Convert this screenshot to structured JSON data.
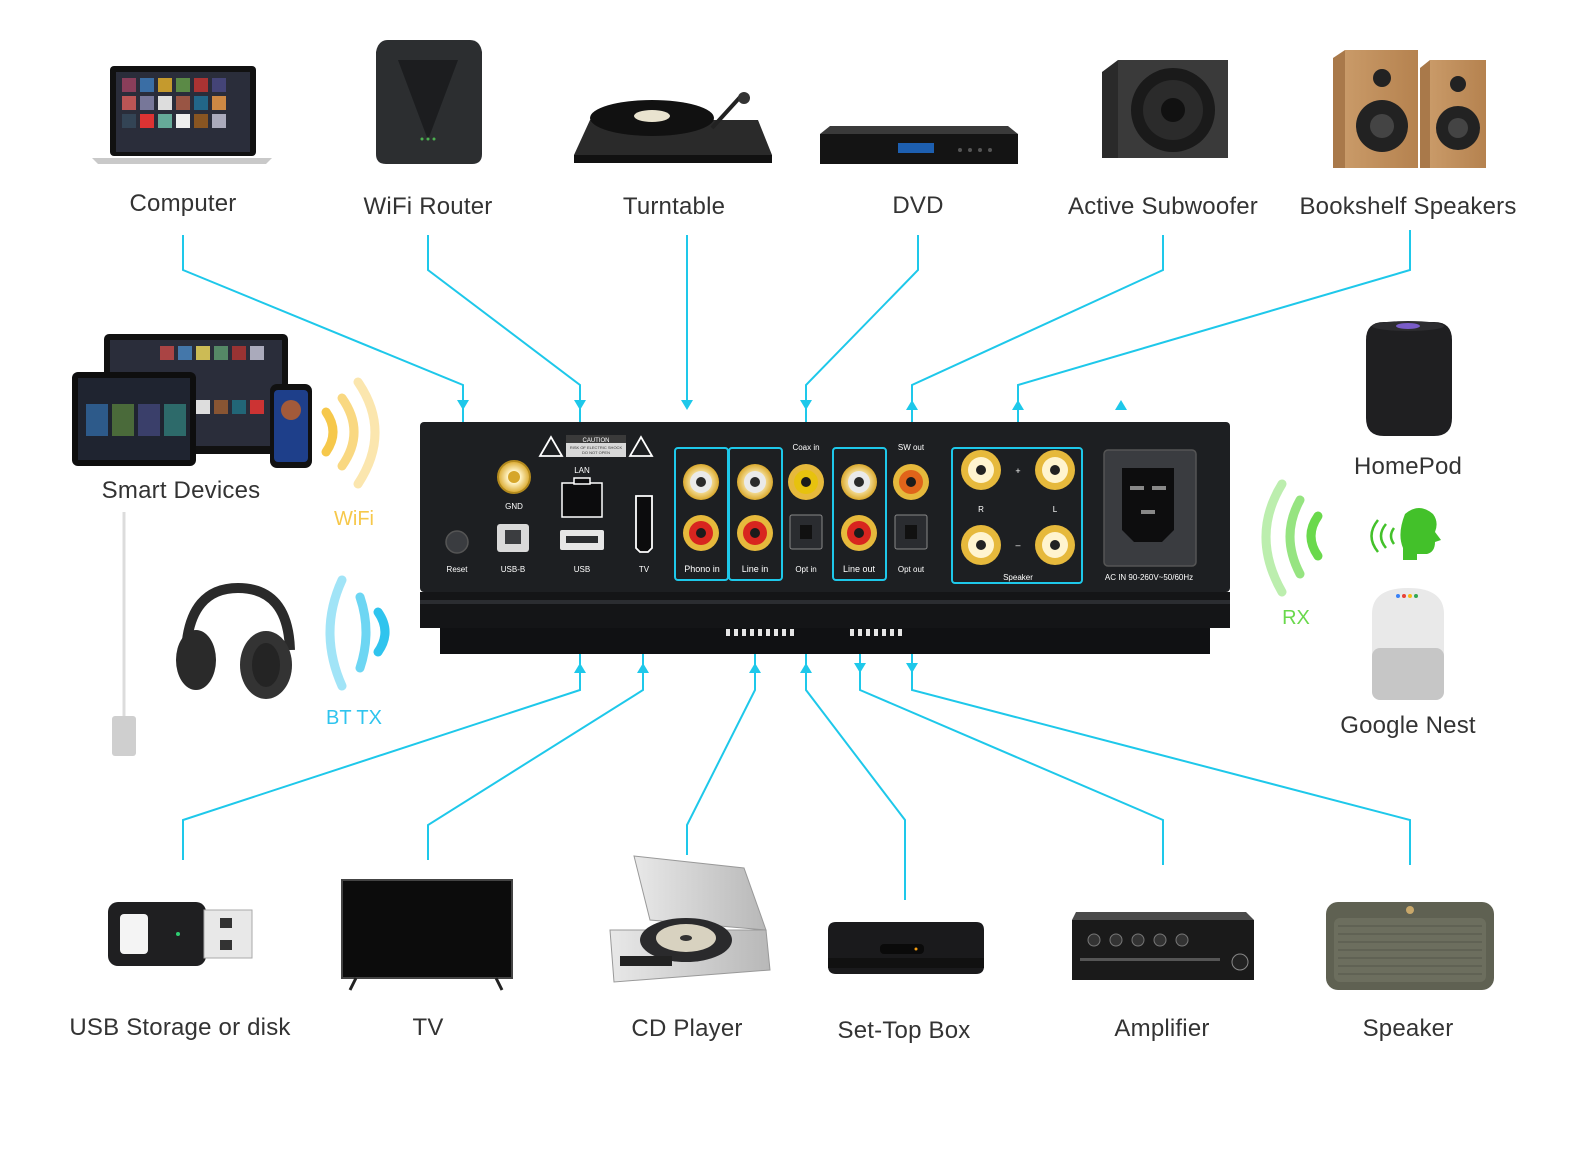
{
  "colors": {
    "connector": "#1ec8ea",
    "wifi": "#f6c84b",
    "bt": "#2fc4ee",
    "rx": "#6ad94c",
    "panel": "#1d1f22",
    "rca_red": "#d8251f",
    "rca_yellow": "#e7c20e",
    "gold": "#e6b93c"
  },
  "devices": {
    "computer": "Computer",
    "wifi_router": "WiFi Router",
    "turntable": "Turntable",
    "dvd": "DVD",
    "active_subwoofer": "Active Subwoofer",
    "bookshelf_speakers": "Bookshelf Speakers",
    "smart_devices": "Smart Devices",
    "homepod": "HomePod",
    "google_nest": "Google Nest",
    "usb_storage": "USB Storage or disk",
    "tv": "TV",
    "cd_player": "CD Player",
    "set_top_box": "Set-Top Box",
    "amplifier": "Amplifier",
    "speaker": "Speaker"
  },
  "wireless": {
    "wifi": "WiFi",
    "bt_tx": "BT TX",
    "rx": "RX"
  },
  "ports": {
    "reset": "Reset",
    "usb_b": "USB-B",
    "usb": "USB",
    "gnd": "GND",
    "lan": "LAN",
    "tv": "TV",
    "phono_in": "Phono in",
    "line_in": "Line in",
    "coax_in": "Coax in",
    "opt_in": "Opt in",
    "line_out": "Line out",
    "sw_out": "SW out",
    "opt_out": "Opt out",
    "speaker": "Speaker",
    "plus": "+",
    "minus": "–",
    "r": "R",
    "l": "L",
    "ac_in": "AC IN 90-260V~50/60Hz",
    "caution": "CAUTION",
    "caution_note_1": "RISK OF ELECTRIC SHOCK",
    "caution_note_2": "DO NOT OPEN"
  },
  "icons": {
    "wifi_signal": "wifi-waves-icon",
    "bluetooth_signal": "bluetooth-waves-icon",
    "rx_signal": "rx-waves-icon",
    "voice": "voice-speaking-icon",
    "warning": "warning-triangle-icon"
  }
}
